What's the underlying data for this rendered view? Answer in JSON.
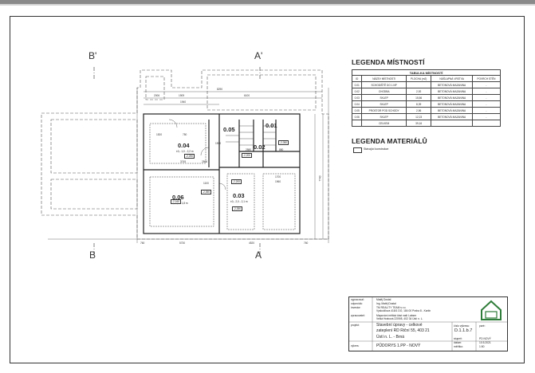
{
  "sections": {
    "b_top": "B'",
    "a_top": "A'",
    "b_bottom": "B",
    "a_bottom": "A"
  },
  "legend": {
    "rooms_title": "LEGENDA MÍSTNOSTÍ",
    "table_caption": "TABULKA MÍSTNOSTÍ",
    "headers": [
      "ID",
      "NÁZEV MÍSTNOSTI",
      "PLOCHA (m2)",
      "NÁŠLAPNÁ VRSTVA",
      "POVRCH STĚN"
    ],
    "rows": [
      [
        "0.01",
        "SCHODIŠTĚ DO 1.NP",
        "",
        "BETONOVÁ MAZANINA",
        "-"
      ],
      [
        "0.02",
        "CHODBA",
        "2,92",
        "BETONOVÁ MAZANINA",
        "-"
      ],
      [
        "0.03",
        "SKLEP",
        "15,56",
        "BETONOVÁ MAZANINA",
        "-"
      ],
      [
        "0.04",
        "SKLEP",
        "8,39",
        "BETONOVÁ MAZANINA",
        "-"
      ],
      [
        "0.05",
        "PROSTOR POD SCHODY",
        "2,56",
        "BETONOVÁ MAZANINA",
        "-"
      ],
      [
        "0.06",
        "SKLEP",
        "12,23",
        "BETONOVÁ MAZANINA",
        "-"
      ],
      [
        "",
        "CELKEM",
        "39,16",
        "",
        ""
      ]
    ],
    "materials_title": "LEGENDA MATERIÁLŮ",
    "material_item": "Stávající konstrukce"
  },
  "rooms": [
    {
      "id": "0.04",
      "sub": "±0,- 1,0 - 2,2 m"
    },
    {
      "id": "0.05",
      "sub": ""
    },
    {
      "id": "0.01",
      "sub": ""
    },
    {
      "id": "0.02",
      "sub": ""
    },
    {
      "id": "0.06",
      "sub": "±0,- 1,8 - 1,8 m"
    },
    {
      "id": "0.03",
      "sub": "±0,- 2,0 - 2,1 m"
    }
  ],
  "dims": {
    "d2006": "2006",
    "d1909": "1909",
    "d8290": "8290",
    "d1940": "1940",
    "d6100": "6100",
    "d1520": "1520",
    "d750": "750",
    "d5730": "5730",
    "d4520": "4520",
    "d760a": "760",
    "d760b": "760",
    "d880": "880",
    "d1900": "1900",
    "d1100": "1100",
    "d2580": "2580",
    "d1700": "1700",
    "d1960": "1960",
    "d3745": "3745",
    "d2500": "2500",
    "d7740": "7740"
  },
  "levels": {
    "l1": "-2,290",
    "l2": "-2,200",
    "l3": "-2,050",
    "l4": "-2,160",
    "l5": "-2,200",
    "l6": "-2,390",
    "l7": "-2,390"
  },
  "title_block": {
    "rows": [
      [
        "vypracoval:",
        "Matěj Dostal"
      ],
      [
        "odpovídá:",
        "Ing. Matěj Dostal"
      ],
      [
        "investor:",
        "TM REALITY TEAM s.r.o."
      ],
      [
        "",
        "Vyskočilova 418/1 DO, 184 00 Praha 8 - Karlín"
      ],
      [
        "zpracovatel:",
        "Mapování měkká část naší Labem"
      ],
      [
        "",
        "Velká Hrabová 2209/8, 402 34 Ústí n. L."
      ],
      [
        "projekt:",
        "Stavební úpravy - celkové"
      ],
      [
        "",
        "zateplení RD Riční 55, 403 21"
      ],
      [
        "",
        "Ústí n. L. - Brná"
      ],
      [
        "výkres:",
        "PŮDORYS 1.PP - NOVÝ"
      ]
    ],
    "right": [
      [
        "číslo výkresu:",
        "D.1.1.b.7"
      ],
      [
        "paré:",
        ""
      ],
      [
        "stupeň:",
        "PD NOVÝ"
      ],
      [
        "datum:",
        "10.5.2021"
      ],
      [
        "měřítko:",
        "1:50"
      ]
    ]
  }
}
